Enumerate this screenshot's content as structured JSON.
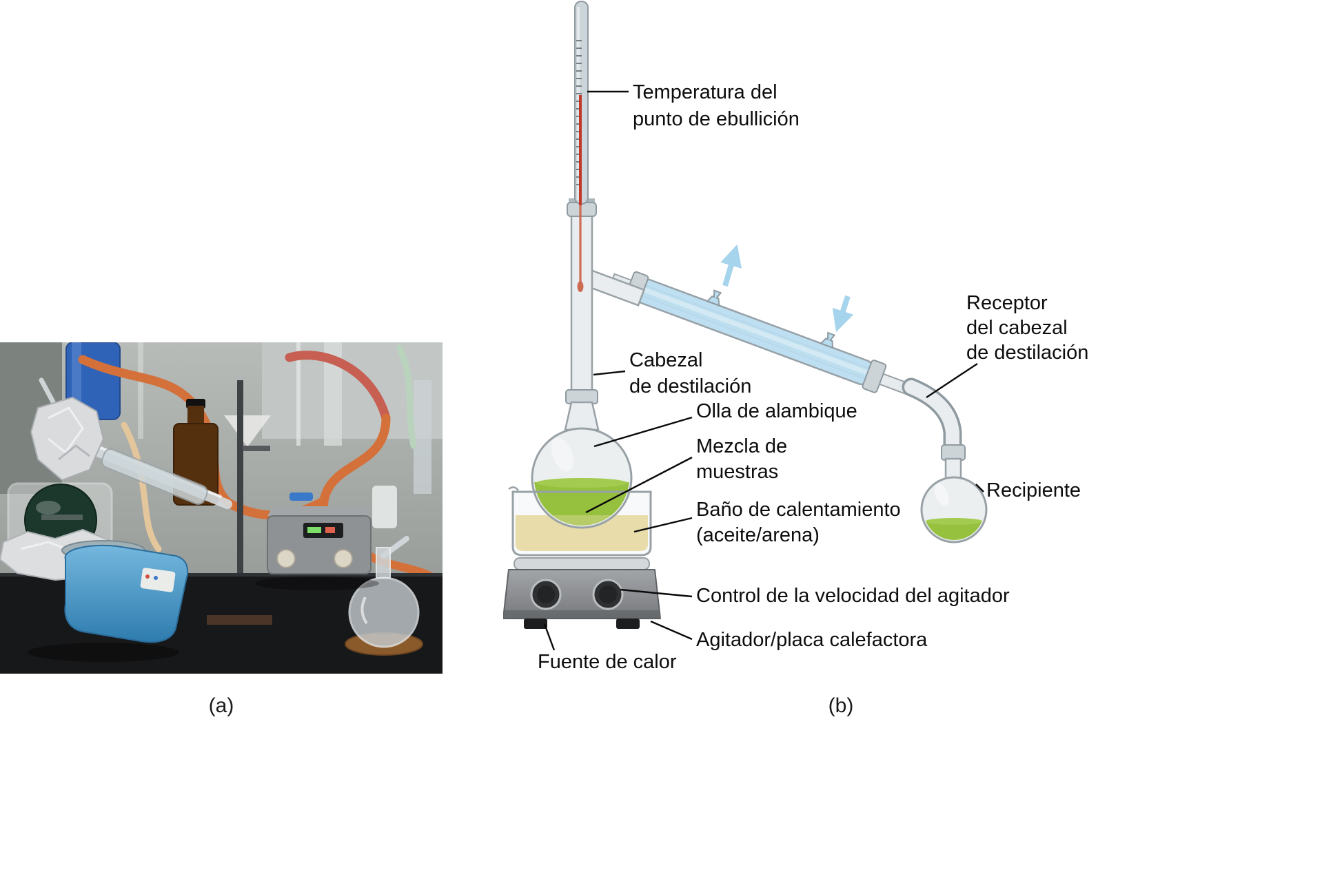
{
  "captions": {
    "a": "(a)",
    "b": "(b)"
  },
  "diagram": {
    "labels": {
      "boiling_point": [
        "Temperatura del",
        "punto de ebullición"
      ],
      "still_head": [
        "Cabezal",
        "de destilación"
      ],
      "still_pot": [
        "Olla de alambique"
      ],
      "sample_mixture": [
        "Mezcla de",
        "muestras"
      ],
      "heating_bath": [
        "Baño de calentamiento",
        "(aceite/arena)"
      ],
      "stir_speed": [
        "Control de la velocidad del agitador"
      ],
      "stir_hotplate": [
        "Agitador/placa calefactora"
      ],
      "heat_source": [
        "Fuente de calor"
      ],
      "receiver_adapter": [
        "Receptor",
        "del cabezal",
        "de destilación"
      ],
      "receiving_flask": [
        "Recipiente"
      ]
    },
    "colors": {
      "glass_fill": "#e9edef",
      "glass_stroke": "#98a1a6",
      "condenser_water": "#b9ddf0",
      "arrow_blue": "#a6d4ec",
      "sample_green": "#96c13f",
      "bath_fill": "#e9dcab",
      "thermometer_red": "#c0392b",
      "hotplate_body": "#8a8d90",
      "label_color": "#0d0d0d"
    }
  }
}
